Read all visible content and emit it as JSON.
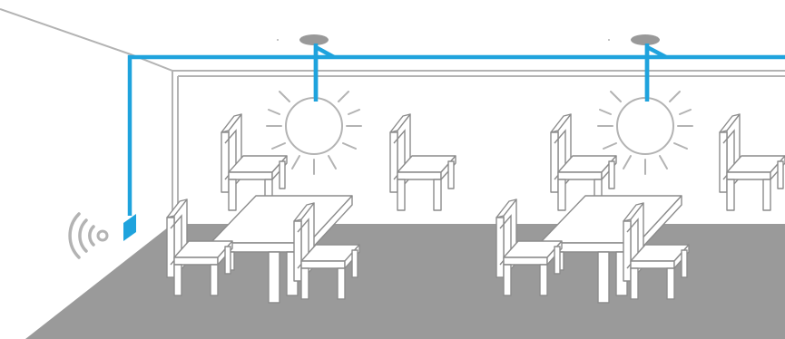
{
  "colors": {
    "wire": "#1fa3dd",
    "wall": "#b3b3b3",
    "floor": "#9a9a9a",
    "lamp_mount": "#999999",
    "background": "#ffffff"
  },
  "elements": {
    "wireless_signal": "wifi-signal-icon",
    "switch_module": "wall-switch-module",
    "lamps": [
      "ceiling-lamp",
      "ceiling-lamp"
    ],
    "dining_sets": [
      "table-with-four-chairs",
      "table-with-four-chairs"
    ]
  }
}
